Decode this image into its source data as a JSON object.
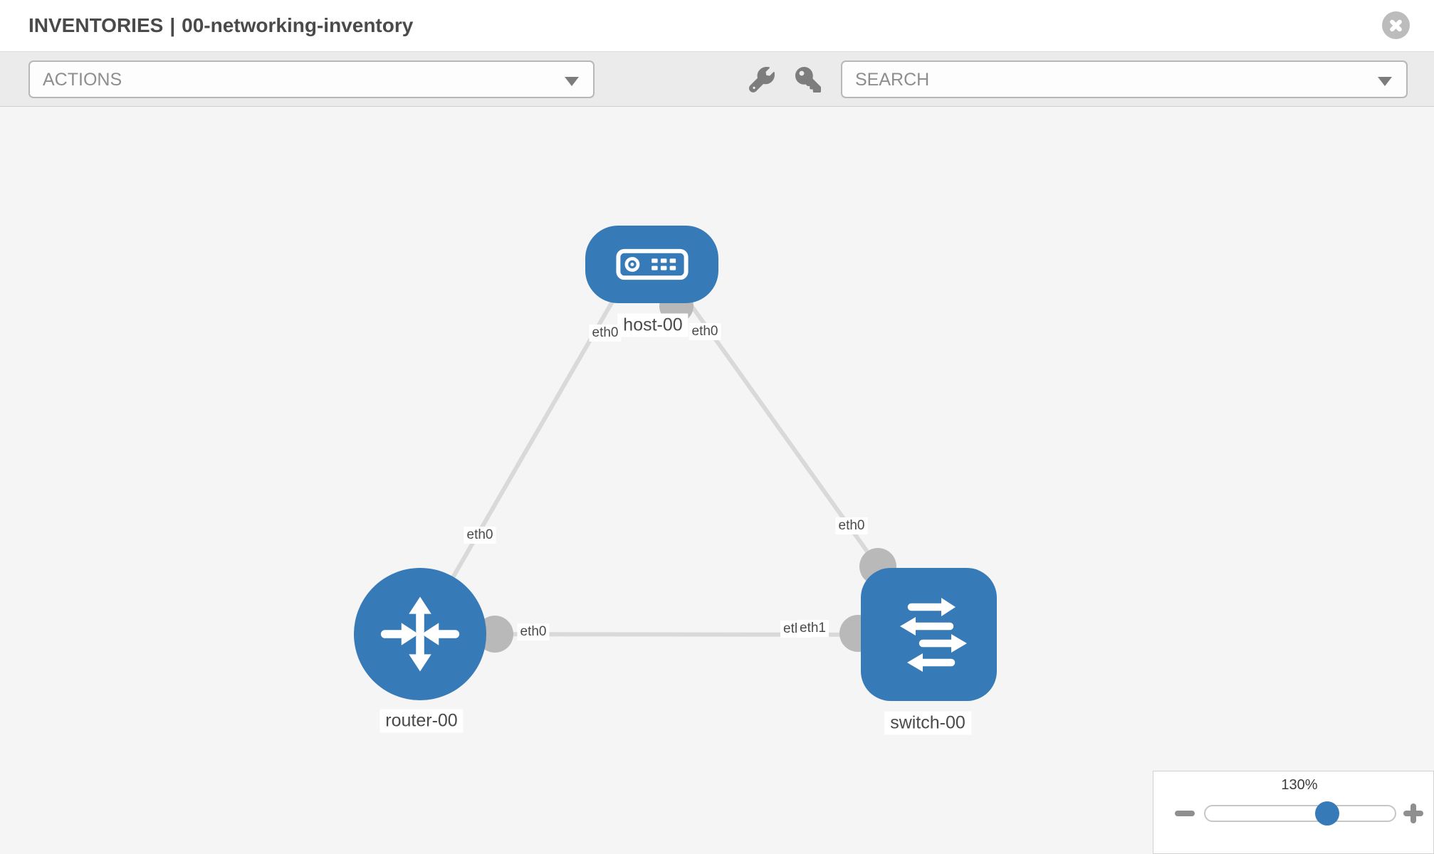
{
  "header": {
    "title_section": "INVENTORIES",
    "title_divider": "|",
    "title_item": "00-networking-inventory"
  },
  "toolbar": {
    "actions_label": "ACTIONS",
    "search_placeholder": "SEARCH"
  },
  "icons": {
    "close": "circle-close-icon",
    "actions_caret": "caret-down-icon",
    "search_caret": "caret-down-icon",
    "wrench": "wrench-icon",
    "key": "key-icon",
    "host": "host-server-icon",
    "router": "router-arrows-icon",
    "switch": "switch-arrows-icon",
    "zoom_out": "minus-icon",
    "zoom_in": "plus-icon"
  },
  "topology": {
    "nodes": [
      {
        "id": "host-00",
        "label": "host-00",
        "type": "host"
      },
      {
        "id": "router-00",
        "label": "router-00",
        "type": "router"
      },
      {
        "id": "switch-00",
        "label": "switch-00",
        "type": "switch"
      }
    ],
    "links": [
      {
        "from": "host-00",
        "to": "router-00",
        "from_interface": "eth0",
        "to_interface": "eth0"
      },
      {
        "from": "host-00",
        "to": "switch-00",
        "from_interface": "eth0",
        "to_interface": "eth0"
      },
      {
        "from": "router-00",
        "to": "switch-00",
        "from_interface": "eth0",
        "to_interface": "eth1"
      }
    ],
    "interface_labels": {
      "host_to_router": "eth0",
      "host_to_switch": "eth0",
      "router_to_host": "eth0",
      "router_to_switch": "eth0",
      "switch_to_host": "eth0",
      "switch_to_router_back": "eth0",
      "switch_to_router": "eth1"
    }
  },
  "zoom_control": {
    "percent": "130%"
  },
  "colors": {
    "node_blue": "#377ab8",
    "link_gray": "#d9d9d9",
    "interface_dot_gray": "#b9b9b9",
    "canvas_bg": "#f5f5f5",
    "toolbar_bg": "#ebebeb",
    "title_text": "#4a4a4a",
    "muted_text": "#8e8e8e",
    "slider_thumb": "#377ab8"
  }
}
